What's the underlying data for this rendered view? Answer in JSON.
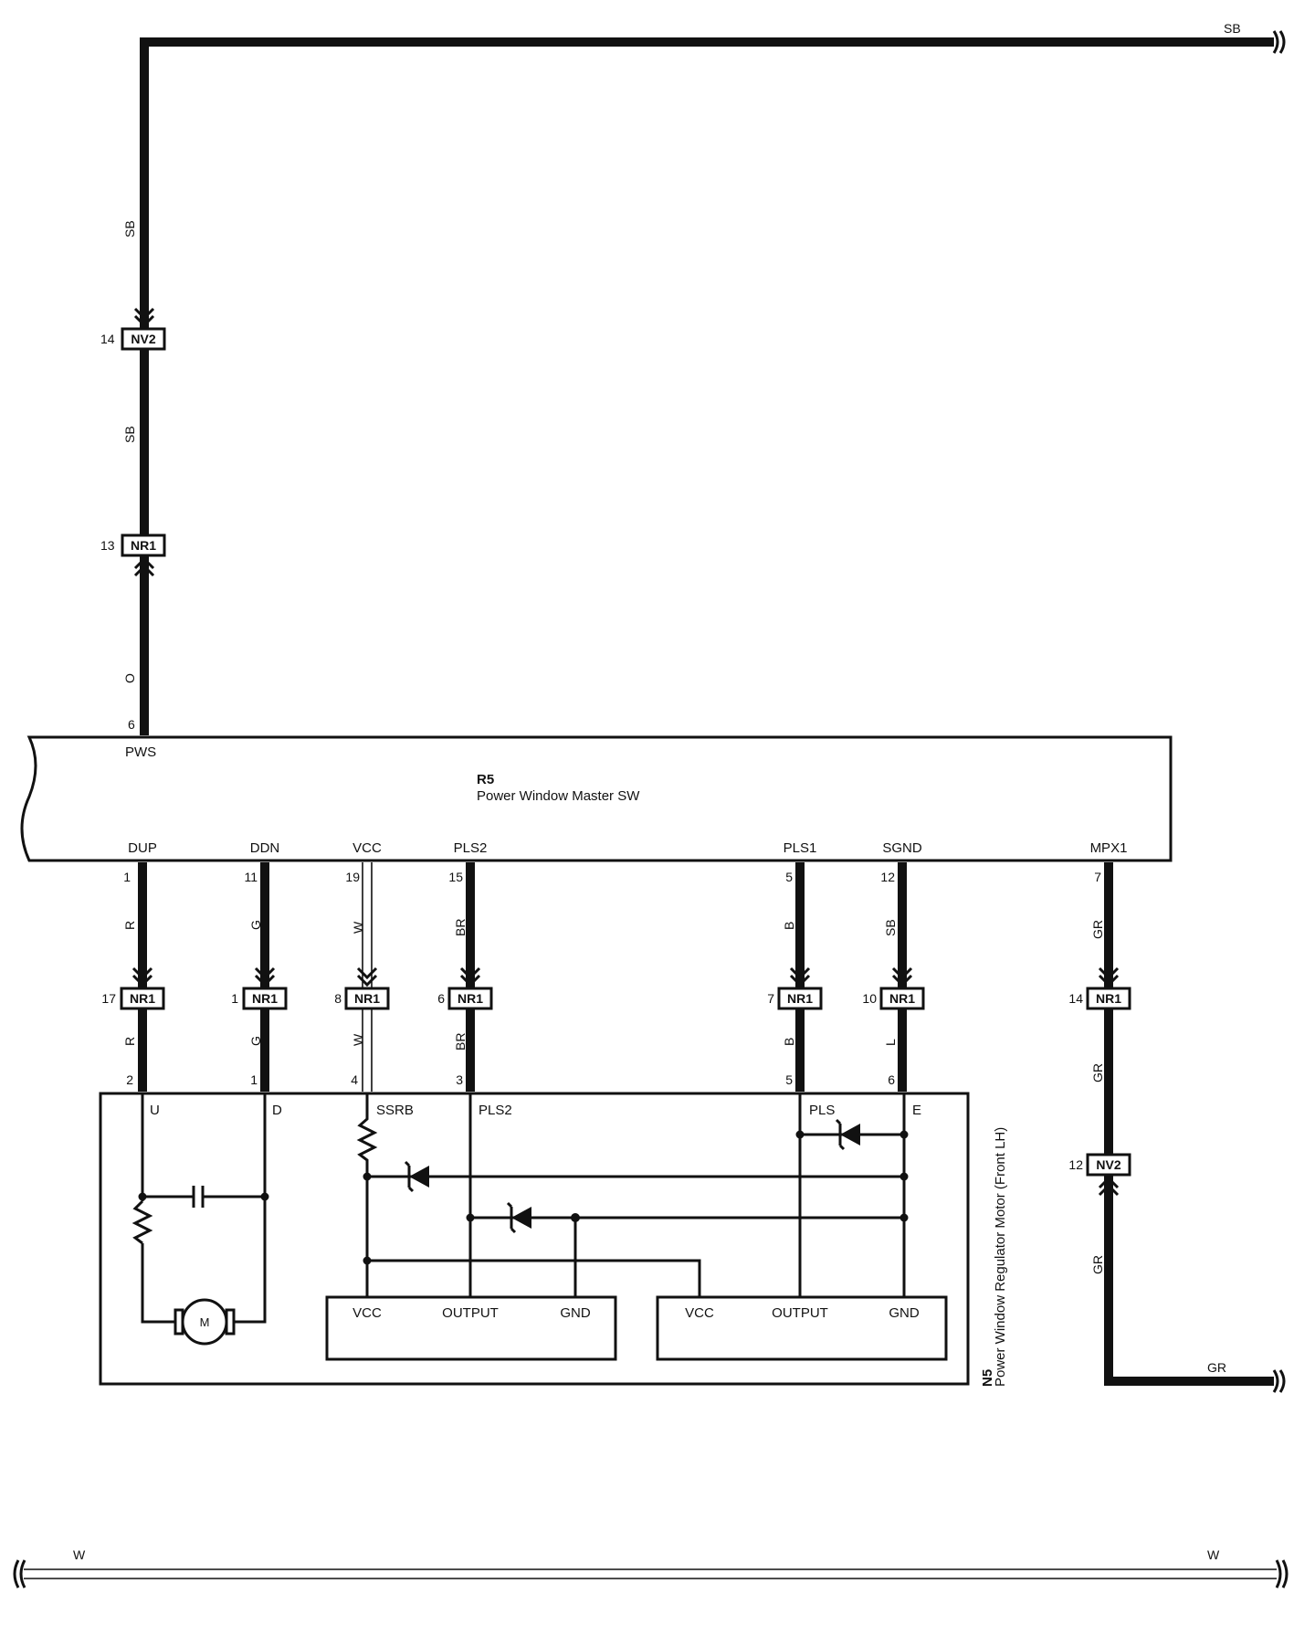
{
  "top_wire": {
    "color_end": "SB",
    "color_vertical": "SB",
    "color_mid": "SB",
    "color_bottom": "O"
  },
  "nv2_top": {
    "name": "NV2",
    "pin": "14"
  },
  "nr1_top": {
    "name": "NR1",
    "pin": "13"
  },
  "r5": {
    "id": "R5",
    "title": "Power Window Master SW",
    "pws": {
      "label": "PWS",
      "pin": "6"
    },
    "terminals": [
      {
        "label": "DUP",
        "pin": "1",
        "color": "R"
      },
      {
        "label": "DDN",
        "pin": "11",
        "color": "G"
      },
      {
        "label": "VCC",
        "pin": "19",
        "color": "W"
      },
      {
        "label": "PLS2",
        "pin": "15",
        "color": "BR"
      },
      {
        "label": "PLS1",
        "pin": "5",
        "color": "B"
      },
      {
        "label": "SGND",
        "pin": "12",
        "color": "SB"
      },
      {
        "label": "MPX1",
        "pin": "7",
        "color": "GR"
      }
    ]
  },
  "nr1_row": [
    {
      "name": "NR1",
      "pin": "17",
      "color": "R",
      "n5pin": "2"
    },
    {
      "name": "NR1",
      "pin": "1",
      "color": "G",
      "n5pin": "1"
    },
    {
      "name": "NR1",
      "pin": "8",
      "color": "W",
      "n5pin": "4"
    },
    {
      "name": "NR1",
      "pin": "6",
      "color": "BR",
      "n5pin": "3"
    },
    {
      "name": "NR1",
      "pin": "7",
      "color": "B",
      "n5pin": "5"
    },
    {
      "name": "NR1",
      "pin": "10",
      "color": "L",
      "n5pin": "6"
    },
    {
      "name": "NR1",
      "pin": "14",
      "color": "GR"
    }
  ],
  "nv2_right": {
    "name": "NV2",
    "pin": "12",
    "color_top": "GR",
    "color_bottom": "GR",
    "color_end": "GR"
  },
  "n5": {
    "id": "N5",
    "title": "Power Window Regulator Motor (Front LH)",
    "terminals": [
      "U",
      "D",
      "SSRB",
      "PLS2",
      "PLS",
      "E"
    ],
    "motor": "M",
    "sensor1": {
      "vcc": "VCC",
      "output": "OUTPUT",
      "gnd": "GND"
    },
    "sensor2": {
      "vcc": "VCC",
      "output": "OUTPUT",
      "gnd": "GND"
    }
  },
  "bottom_wire": {
    "color_left": "W",
    "color_right": "W"
  }
}
